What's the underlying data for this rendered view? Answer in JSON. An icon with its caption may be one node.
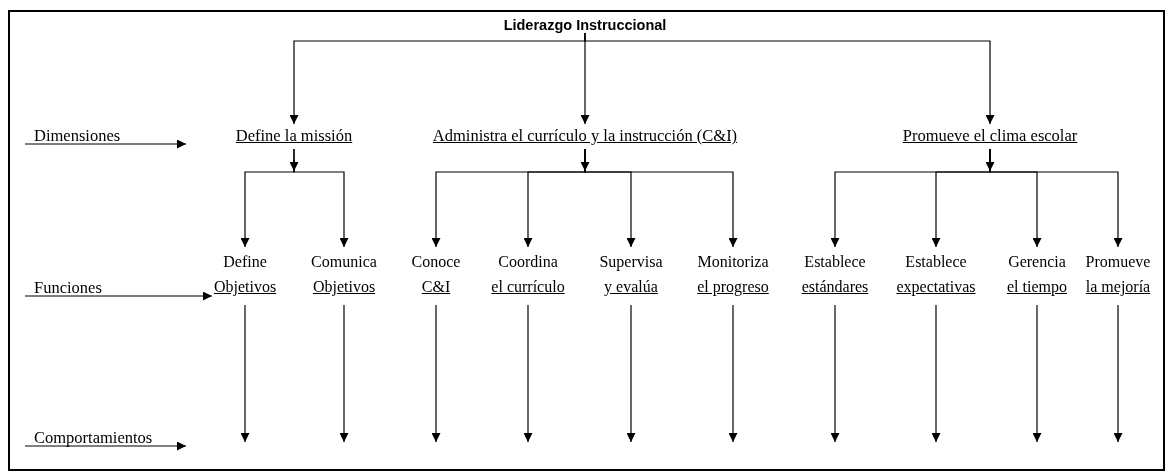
{
  "diagram": {
    "nodes": [
      {
        "text": [
          "Liderazgo Instruccional"
        ]
      },
      {
        "text": [
          "Dimensiones"
        ]
      },
      {
        "text": [
          "Define la missión"
        ]
      },
      {
        "text": [
          "Administra el currículo y la instrucción (C&I)"
        ]
      },
      {
        "text": [
          "Promueve el clima escolar"
        ]
      },
      {
        "text": [
          "Funciones"
        ]
      },
      {
        "text": [
          "Define",
          "Objetivos"
        ]
      },
      {
        "text": [
          "Comunica",
          "Objetivos"
        ]
      },
      {
        "text": [
          "Conoce",
          "C&I"
        ]
      },
      {
        "text": [
          "Coordina",
          "el currículo"
        ]
      },
      {
        "text": [
          "Supervisa",
          "y evalúa"
        ]
      },
      {
        "text": [
          "Monitoriza",
          "el progreso"
        ]
      },
      {
        "text": [
          "Establece",
          "estándares"
        ]
      },
      {
        "text": [
          "Establece",
          "expectativas"
        ]
      },
      {
        "text": [
          "Gerencia",
          "el tiempo"
        ]
      },
      {
        "text": [
          "Promueve",
          "la mejoría"
        ]
      },
      {
        "text": [
          "Comportamientos"
        ]
      }
    ],
    "edges": [
      {
        "from": 0,
        "to": 2,
        "arrow": "to"
      },
      {
        "from": 0,
        "to": 3,
        "arrow": "to"
      },
      {
        "from": 0,
        "to": 4,
        "arrow": "to"
      },
      {
        "from": 1,
        "to": null,
        "arrow": "to"
      },
      {
        "from": 2,
        "to": 6,
        "arrow": "to"
      },
      {
        "from": 2,
        "to": 7,
        "arrow": "to"
      },
      {
        "from": 3,
        "to": 8,
        "arrow": "to"
      },
      {
        "from": 3,
        "to": 9,
        "arrow": "to"
      },
      {
        "from": 3,
        "to": 10,
        "arrow": "to"
      },
      {
        "from": 3,
        "to": 11,
        "arrow": "to"
      },
      {
        "from": 4,
        "to": 12,
        "arrow": "to"
      },
      {
        "from": 4,
        "to": 13,
        "arrow": "to"
      },
      {
        "from": 4,
        "to": 14,
        "arrow": "to"
      },
      {
        "from": 4,
        "to": 15,
        "arrow": "to"
      },
      {
        "from": 5,
        "to": 6,
        "arrow": "to"
      },
      {
        "from": 6,
        "to": null,
        "arrow": "to"
      },
      {
        "from": 7,
        "to": null,
        "arrow": "to"
      },
      {
        "from": 8,
        "to": null,
        "arrow": "to"
      },
      {
        "from": 9,
        "to": null,
        "arrow": "to"
      },
      {
        "from": 10,
        "to": null,
        "arrow": "to"
      },
      {
        "from": 11,
        "to": null,
        "arrow": "to"
      },
      {
        "from": 12,
        "to": null,
        "arrow": "to"
      },
      {
        "from": 13,
        "to": null,
        "arrow": "to"
      },
      {
        "from": 14,
        "to": null,
        "arrow": "to"
      },
      {
        "from": 15,
        "to": null,
        "arrow": "to"
      },
      {
        "from": 16,
        "to": null,
        "arrow": "to"
      }
    ]
  }
}
